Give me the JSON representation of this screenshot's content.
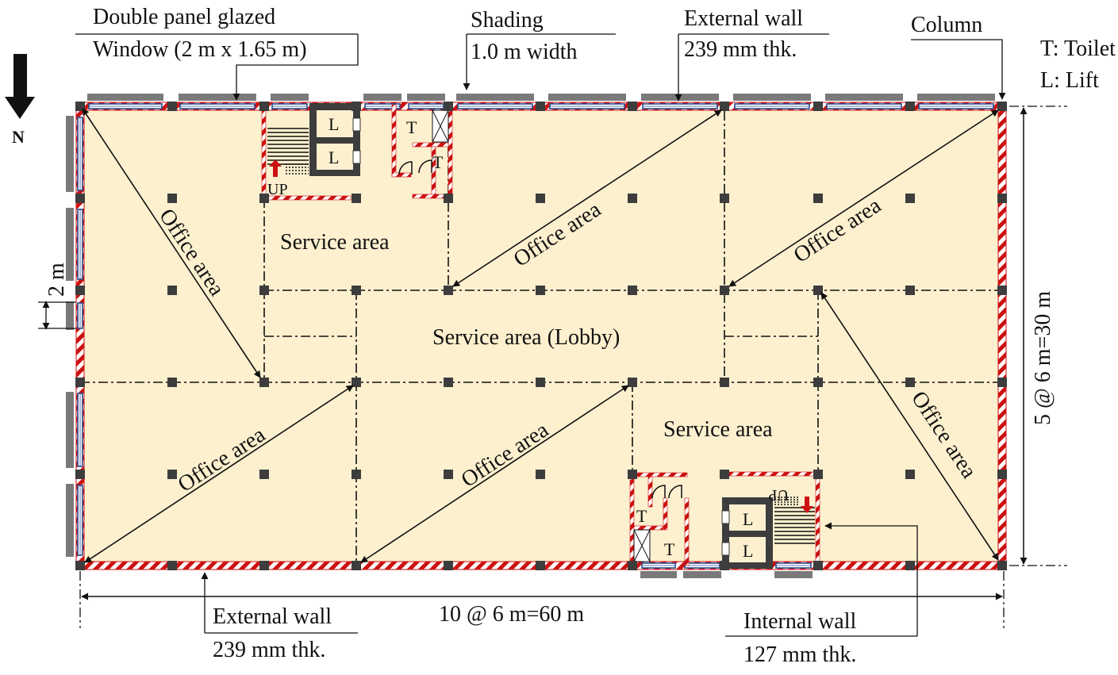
{
  "annotations": {
    "window_line1": "Double panel glazed",
    "window_line2": "Window (2 m x 1.65 m)",
    "shading_line1": "Shading",
    "shading_line2": "1.0 m width",
    "ext_wall_top_line1": "External wall",
    "ext_wall_top_line2": "239 mm thk.",
    "column": "Column",
    "legend_toilet": "T: Toilet",
    "legend_lift": "L: Lift",
    "north": "N",
    "window_width": "2 m",
    "ext_wall_bottom_line1": "External wall",
    "ext_wall_bottom_line2": "239 mm thk.",
    "int_wall_line1": "Internal wall",
    "int_wall_line2": "127 mm thk.",
    "dim_horizontal": "10 @ 6 m=60 m",
    "dim_vertical": "5 @ 6 m=30 m"
  },
  "areas": {
    "office": "Office area",
    "service": "Service area",
    "lobby": "Service area (Lobby)"
  },
  "rooms": {
    "lift": "L",
    "toilet": "T",
    "stairs_up": "UP"
  },
  "colors": {
    "floor": "#fdf0cf",
    "wall_red": "#cc1111",
    "column": "#3d3d3d",
    "shading": "#7a7a7a",
    "window": "#2a4d8f"
  }
}
